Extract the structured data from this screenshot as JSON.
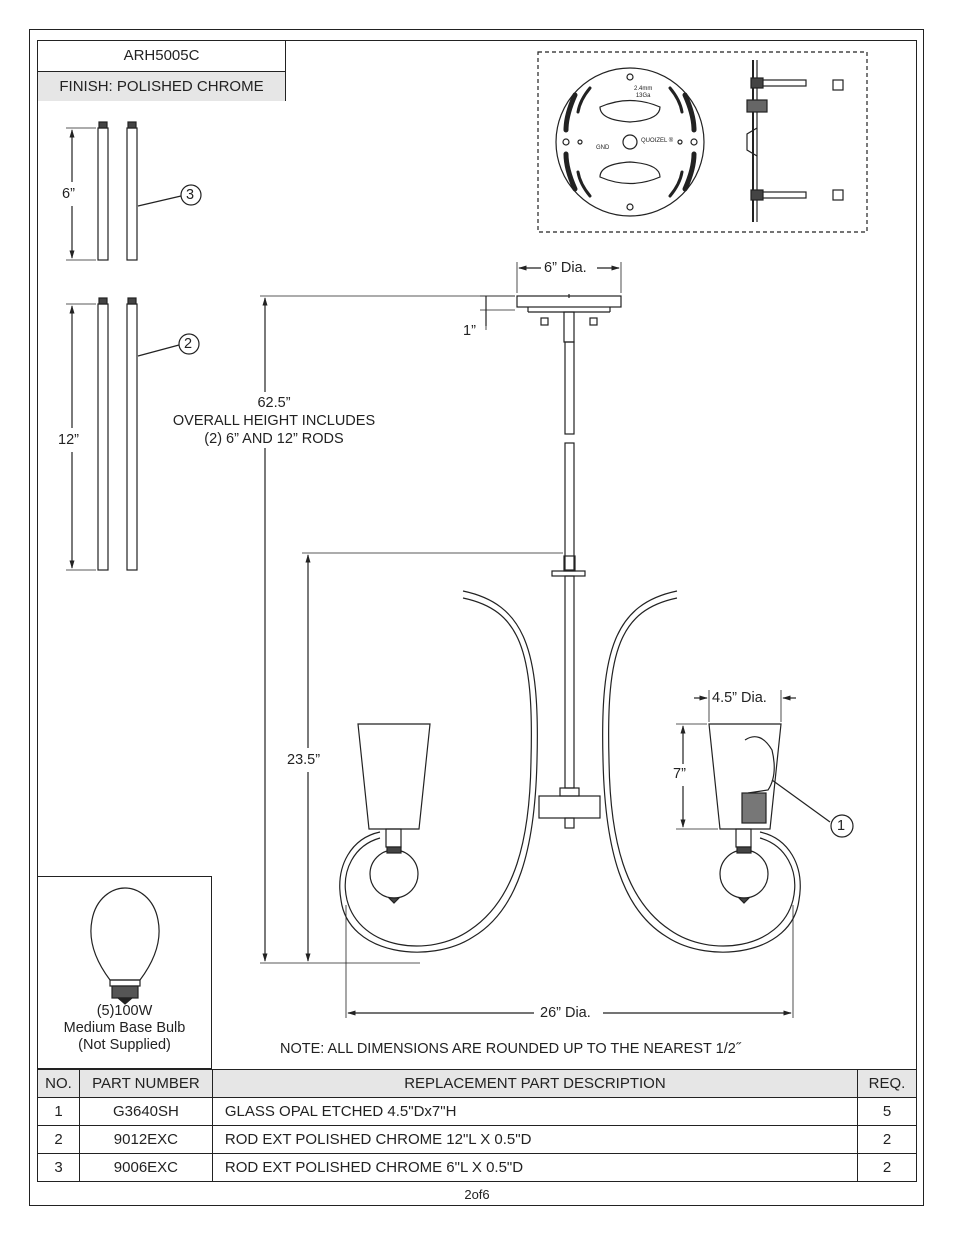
{
  "header": {
    "model": "ARH5005C",
    "finish": "FINISH: POLISHED CHROME"
  },
  "dimensions": {
    "canopy_dia": "6” Dia.",
    "canopy_height": "1”",
    "overall": [
      "62.5”",
      "OVERALL HEIGHT INCLUDES",
      "(2) 6” AND 12” RODS"
    ],
    "body_height": "23.5”",
    "shade_dia": "4.5” Dia.",
    "shade_height": "7”",
    "spread": "26” Dia.",
    "rod_short": "6”",
    "rod_long": "12”"
  },
  "callouts": [
    "1",
    "2",
    "3"
  ],
  "mounting_plate": {
    "line1": "2.4mm",
    "line2": "13Ga",
    "brand": "QUOIZEL ®",
    "gnd": "GND"
  },
  "bulb": {
    "line1": "(5)100W",
    "line2": "Medium Base Bulb",
    "line3": "(Not Supplied)"
  },
  "note": "NOTE:  ALL DIMENSIONS ARE ROUNDED UP TO THE NEAREST  1/2˝",
  "table": {
    "headers": [
      "NO.",
      "PART NUMBER",
      "REPLACEMENT PART DESCRIPTION",
      "REQ."
    ],
    "rows": [
      [
        "1",
        "G3640SH",
        "GLASS OPAL ETCHED 4.5\"Dx7\"H",
        "5"
      ],
      [
        "2",
        "9012EXC",
        "ROD EXT POLISHED CHROME 12\"L X 0.5\"D",
        "2"
      ],
      [
        "3",
        "9006EXC",
        "ROD EXT POLISHED CHROME 6\"L X 0.5\"D",
        "2"
      ]
    ]
  },
  "page": "2of6"
}
